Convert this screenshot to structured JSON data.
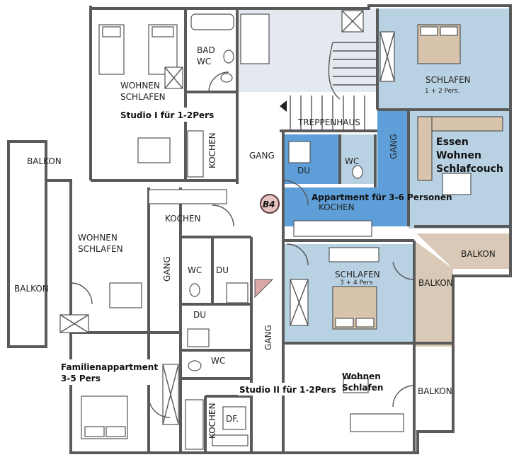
{
  "plan": {
    "colors": {
      "blue_room": "#b9d2e3",
      "blue_bright": "#5f9fd9",
      "beige": "#d9c9b6",
      "grey_light": "#e3e9ee",
      "wall": "#5a5a5a"
    },
    "rooms": {
      "bad_wc": "BAD\nWC",
      "wohnen_schlafen_top": "WOHNEN\nSCHLAFEN",
      "studio1": "Studio I für 1-2Pers",
      "balkon_left": "BALKON",
      "kochen_vertical_top": "KOCHEN",
      "gang_top": "GANG",
      "treppenhaus": "TREPPENHAUS",
      "schlafen_topright": "SCHLAFEN",
      "schlafen_topright_pers": "1 + 2  Pers.",
      "gang_vertical_right": "GANG",
      "essen_wohnen": "Essen\nWohnen\nSchlafcouch",
      "du_right": "DU",
      "wc_right": "WC",
      "b4_badge": "B4",
      "appartment_36": "Appartment für 3-6 Personen",
      "kochen_right": "KOCHEN",
      "balkon_right1": "BALKON",
      "kochen_mid": "KOCHEN",
      "wohnen_schlafen_mid": "WOHNEN\nSCHLAFEN",
      "balkon_left2": "BALKON",
      "gang_mid": "GANG",
      "wc_mid": "WC",
      "du_mid": "DU",
      "schlafen_mid": "SCHLAFEN",
      "schlafen_mid_pers": "3 + 4 Pers",
      "balkon_right2": "BALKON",
      "du_low": "DU",
      "gang_low": "GANG",
      "wc_low": "WC",
      "familienappartment": "Familienappartment\n3-5 Pers",
      "studio2": "Studio II für 1-2Pers",
      "wohnen_schlafen_low": "Wohnen\nSchlafen",
      "balkon_right3": "BALKON",
      "kochen_low": "KOCHEN",
      "df": "DF."
    }
  }
}
